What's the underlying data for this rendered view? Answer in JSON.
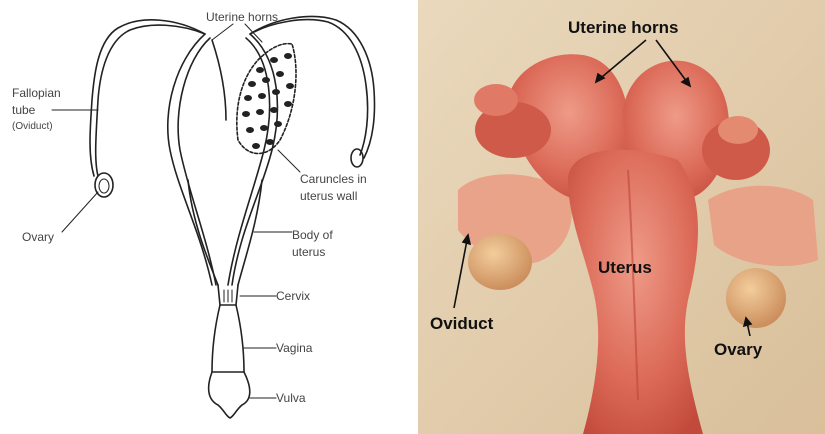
{
  "diagram": {
    "labels": {
      "uterine_horns": "Uterine horns",
      "fallopian_tube_1": "Fallopian",
      "fallopian_tube_2": "tube",
      "fallopian_tube_3": "(Oviduct)",
      "ovary": "Ovary",
      "caruncles_1": "Caruncles in",
      "caruncles_2": "uterus wall",
      "body_1": "Body of",
      "body_2": "uterus",
      "cervix": "Cervix",
      "vagina": "Vagina",
      "vulva": "Vulva"
    }
  },
  "photo": {
    "labels": {
      "uterine_horns": "Uterine horns",
      "uterus": "Uterus",
      "oviduct": "Oviduct",
      "ovary": "Ovary"
    },
    "colors": {
      "background": "#e7d3b6",
      "tissue": "#d9604f",
      "tissue_light": "#eb8f7e",
      "ovary": "#e1a877"
    }
  }
}
